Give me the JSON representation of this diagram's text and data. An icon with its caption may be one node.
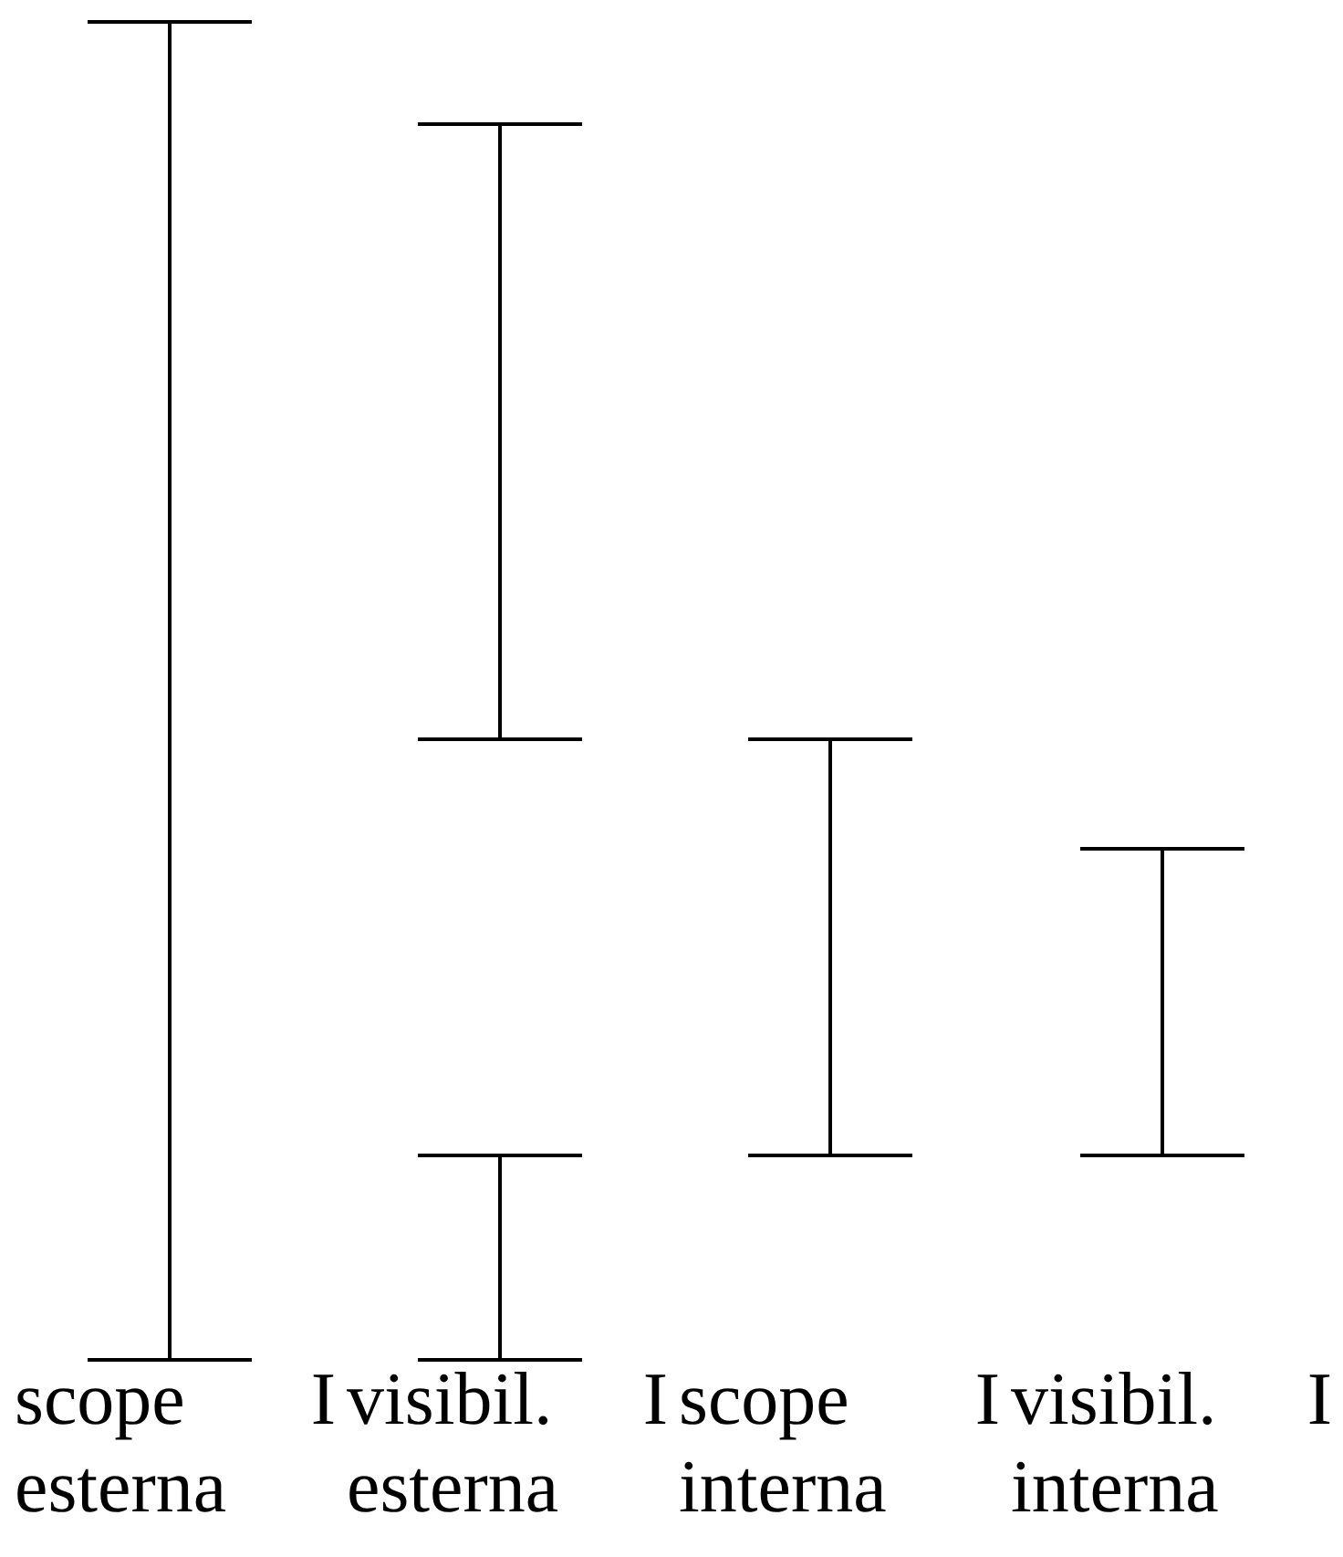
{
  "diagram": {
    "labels": [
      "scope I esterna",
      "visibil. I esterna",
      "scope I interna",
      "visibil. I interna"
    ]
  }
}
